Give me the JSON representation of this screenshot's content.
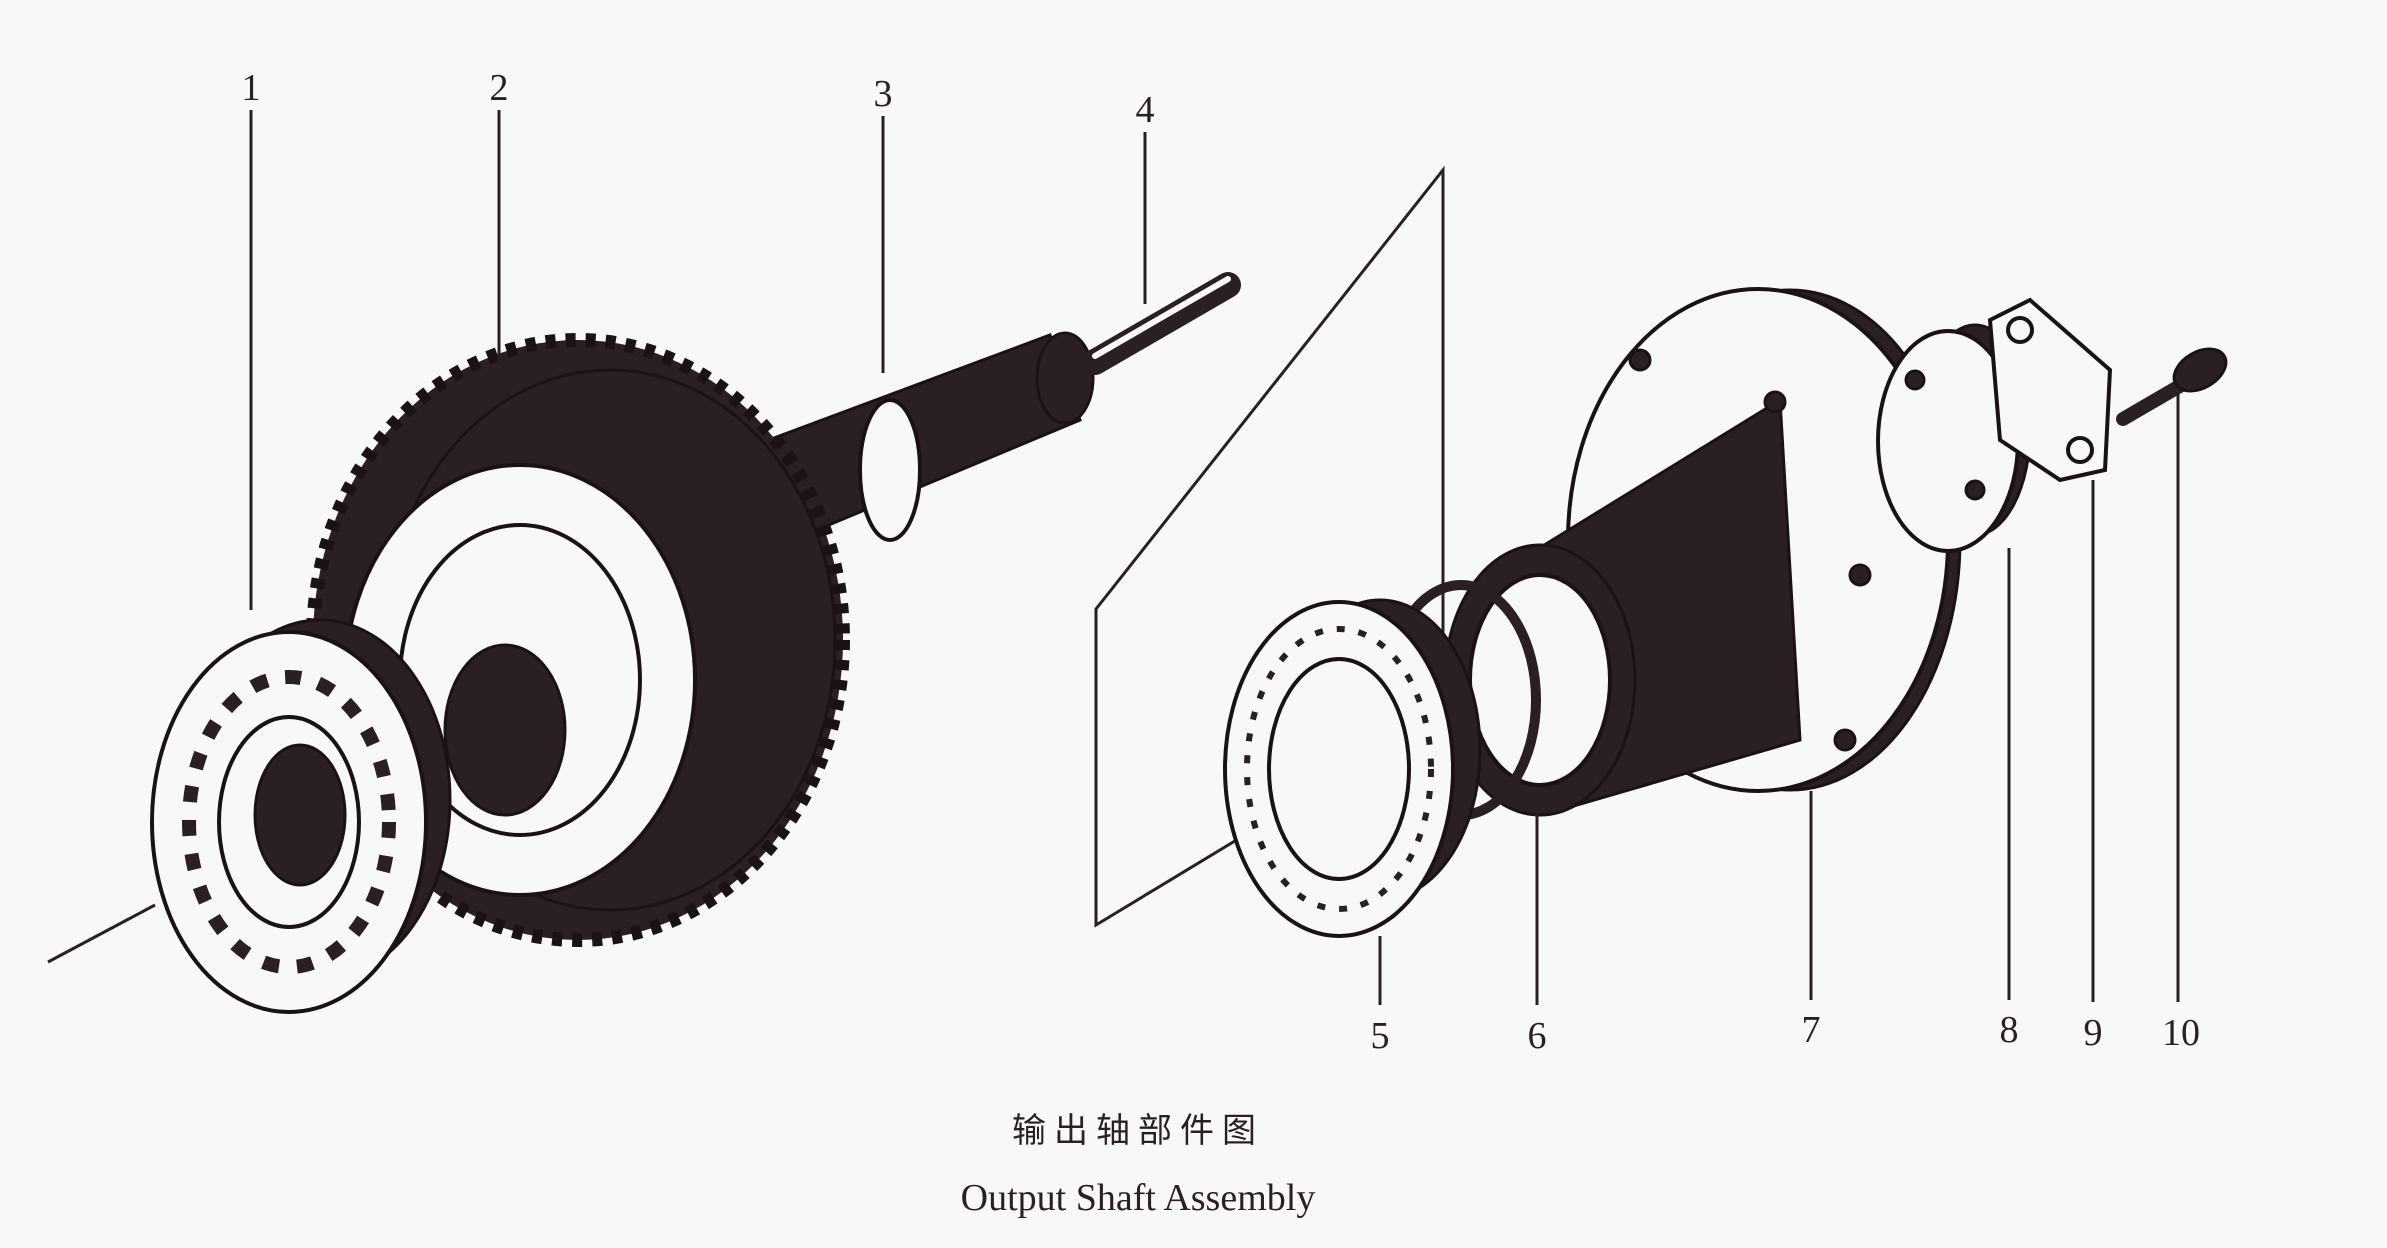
{
  "diagram": {
    "callouts": [
      "1",
      "2",
      "3",
      "4",
      "5",
      "6",
      "7",
      "8",
      "9",
      "10"
    ],
    "caption_cn": "输出轴部件图",
    "caption_en": "Output Shaft Assembly",
    "ink_color": "#2a1f24",
    "paper_color": "#f8f8fa"
  }
}
